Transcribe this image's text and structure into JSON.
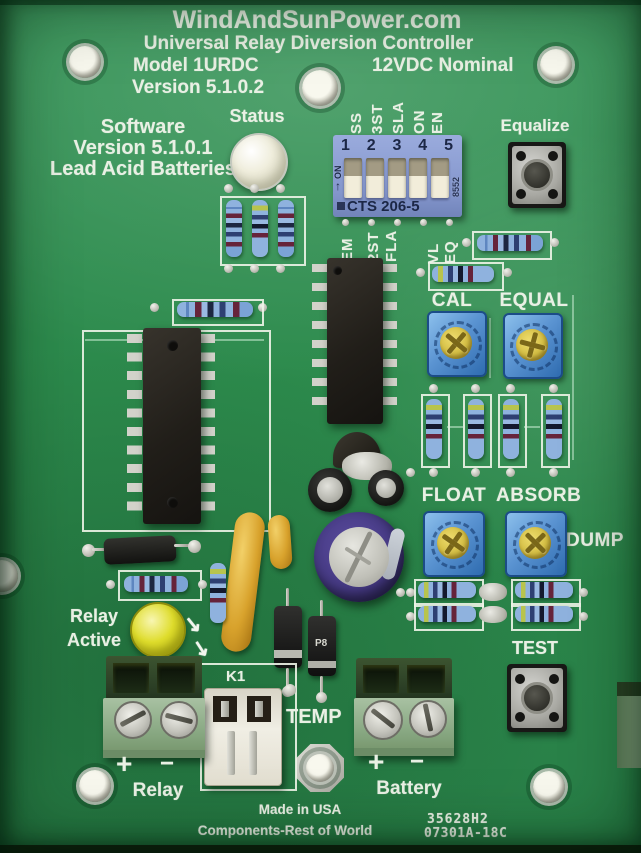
{
  "colors": {
    "pcb": "#2c8a4c",
    "silk": "#e9f0e4",
    "dip_body": "#8c9fd6",
    "dip_text": "#1c2746",
    "pot_body": "#4f8fd0",
    "pot_dial": "#d4be44",
    "status_led": "#eeecd9",
    "relay_led": "#dcd81f",
    "terminal_green": "#87a781",
    "cap_purple": "#463a84",
    "cap_yellow": "#d8a22c",
    "resistor_body": "#8fb2de"
  },
  "icons": {
    "arrow_down_right": "↘",
    "arrow_up": "↑"
  },
  "header": {
    "site": "WindAndSunPower.com",
    "title": "Universal Relay Diversion Controller",
    "model": "Model 1URDC",
    "nominal": "12VDC Nominal",
    "version": "Version 5.1.0.2"
  },
  "software": {
    "line1": "Software",
    "line2": "Version 5.1.0.1",
    "line3": "Lead Acid Batteries"
  },
  "status": {
    "label": "Status"
  },
  "equalize": {
    "label": "Equalize"
  },
  "dip": {
    "top_labels": [
      "SS",
      "3ST",
      "SLA",
      "ON",
      "EN"
    ],
    "numbers": [
      "1",
      "2",
      "3",
      "4",
      "5"
    ],
    "on_label": "ON",
    "part_number": "CTS 206-5",
    "date_code": "8552",
    "bottom_labels": [
      "EM",
      "2ST",
      "FLA",
      "VL",
      "EQ"
    ],
    "switch_states": [
      "down",
      "down",
      "down",
      "down",
      "down"
    ]
  },
  "pots": {
    "cal": "CAL",
    "equal": "EQUAL",
    "float": "FLOAT",
    "absorb": "ABSORB",
    "dump": "DUMP"
  },
  "test": {
    "label": "TEST"
  },
  "relay_indicator": {
    "line1": "Relay",
    "line2": "Active"
  },
  "connectors": {
    "k1": "K1",
    "temp": "TEMP",
    "relay": {
      "plus": "+",
      "minus": "−",
      "label": "Relay"
    },
    "battery": {
      "plus": "+",
      "minus": "−",
      "label": "Battery"
    }
  },
  "markings": {
    "diode": "P8"
  },
  "footer": {
    "made_in": "Made in USA",
    "components": "Components-Rest of World",
    "code1": "35628H2",
    "code2": "07301A-18C"
  }
}
